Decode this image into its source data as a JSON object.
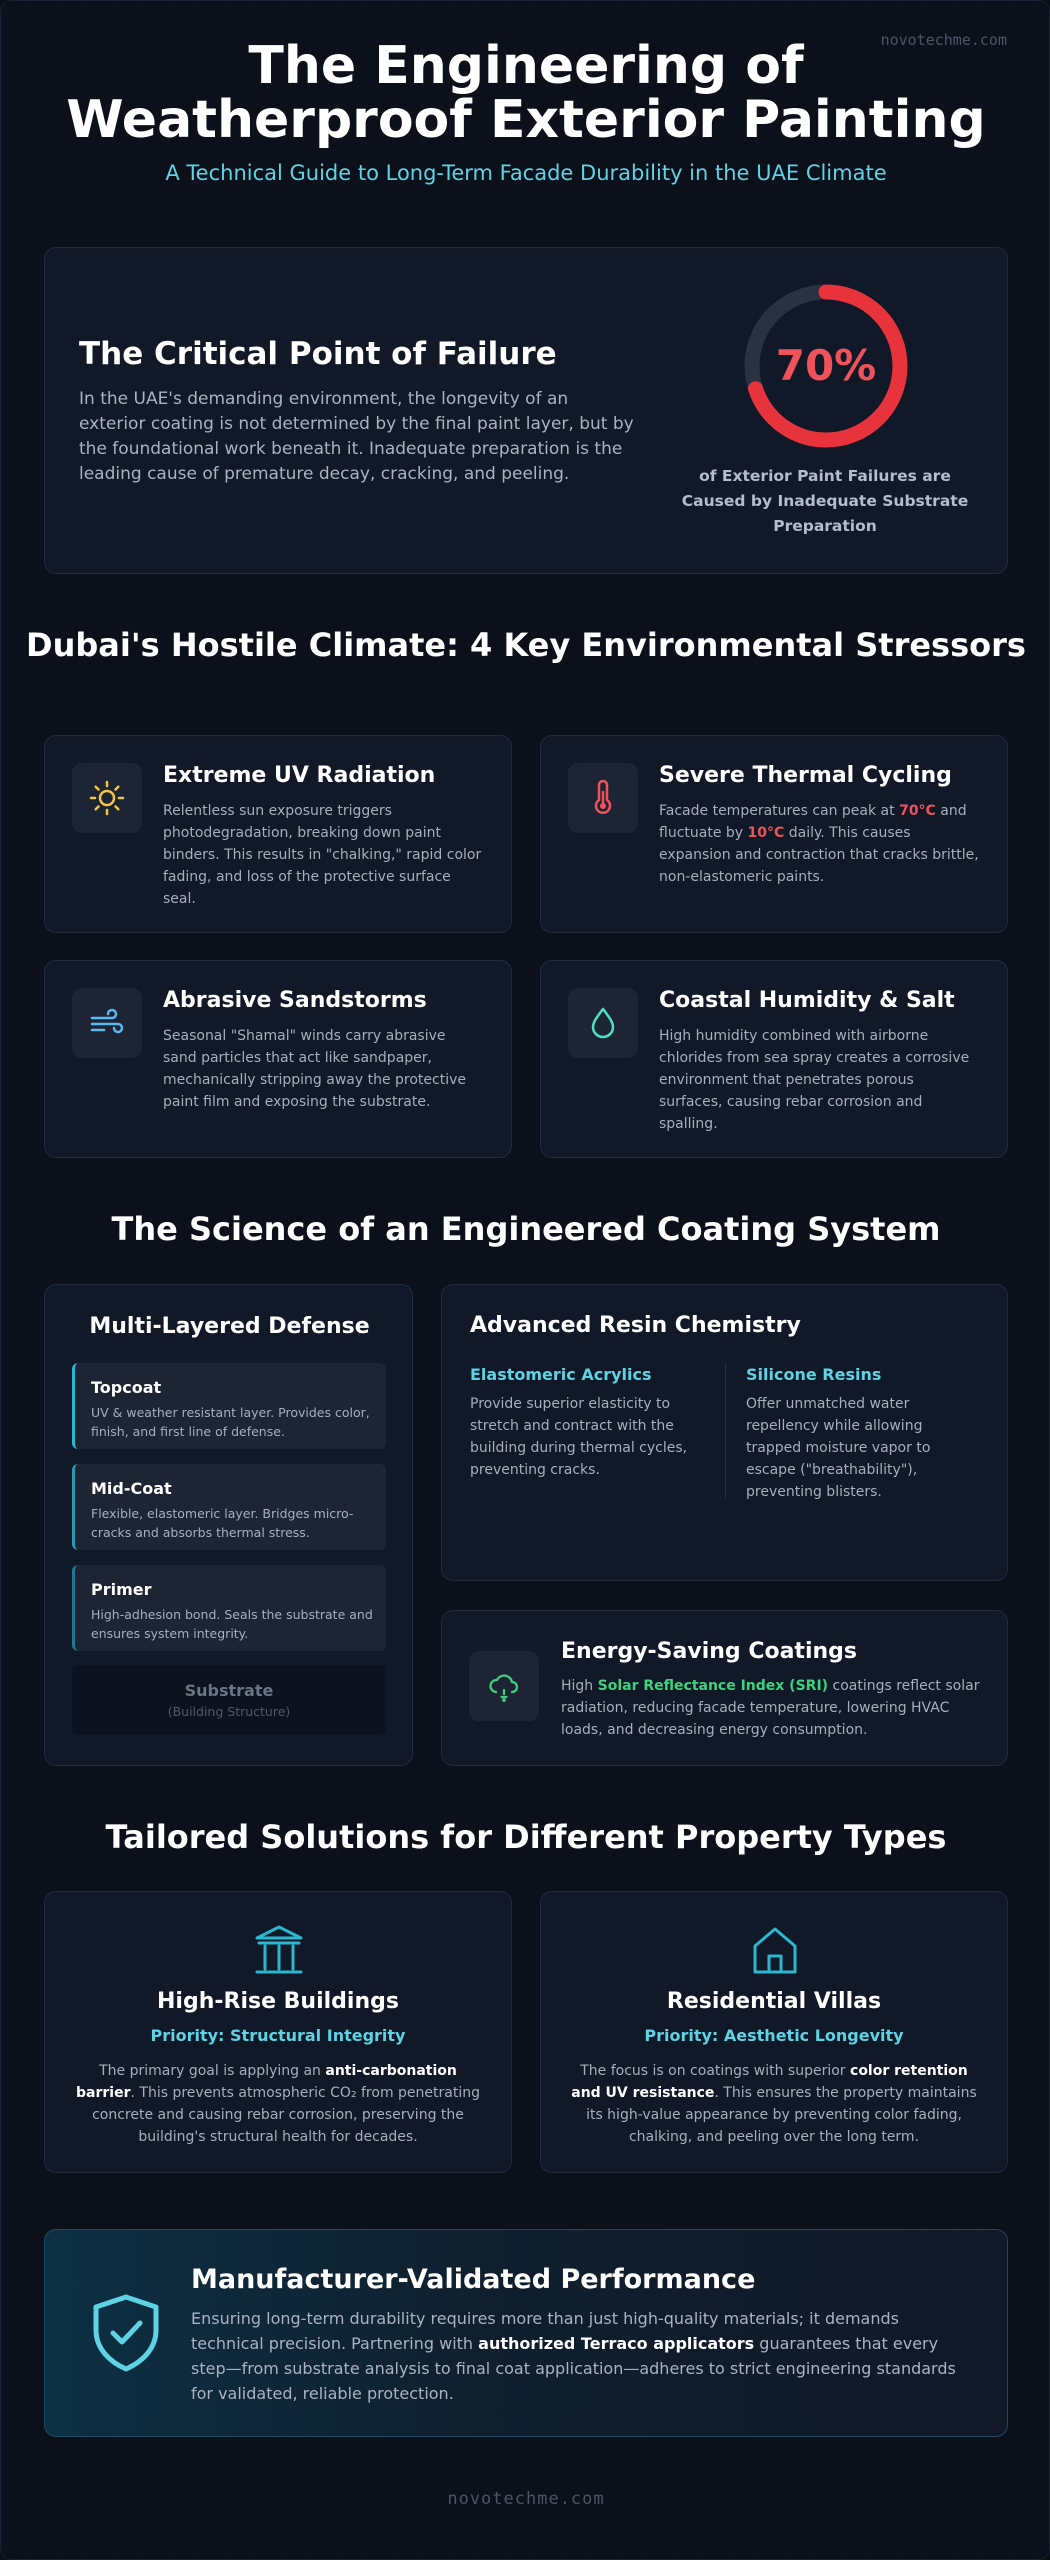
{
  "brand": "novotechme.com",
  "hero": {
    "title_line1": "The Engineering of",
    "title_line2": "Weatherproof Exterior Painting",
    "subtitle": "A Technical Guide to Long-Term Facade Durability in the UAE Climate"
  },
  "failure": {
    "title": "The Critical Point of Failure",
    "body": "In the UAE's demanding environment, the longevity of an exterior coating is not determined by the final paint layer, but by the foundational work beneath it. Inadequate preparation is the leading cause of premature decay, cracking, and peeling.",
    "percent_label": "70%",
    "percent_value": 70,
    "caption": "of Exterior Paint Failures are Caused by Inadequate Substrate Preparation",
    "colors": {
      "accent": "#e8323c",
      "track": "#2a3242"
    }
  },
  "climate": {
    "title": "Dubai's Hostile Climate: 4 Key Environmental Stressors",
    "uv": {
      "icon": "sun-icon",
      "title": "Extreme UV Radiation",
      "body": "Relentless sun exposure triggers photodegradation, breaking down paint binders. This results in \"chalking,\" rapid color fading, and loss of the protective surface seal."
    },
    "thermal": {
      "icon": "thermometer-icon",
      "title": "Severe Thermal Cycling",
      "body_a": "Facade temperatures can peak at ",
      "peak": "70°C",
      "body_b": " and fluctuate by ",
      "fluct": "10°C",
      "body_c": " daily. This causes expansion and contraction that cracks brittle, non-elastomeric paints."
    },
    "sand": {
      "icon": "wind-icon",
      "title": "Abrasive Sandstorms",
      "body": "Seasonal \"Shamal\" winds carry abrasive sand particles that act like sandpaper, mechanically stripping away the protective paint film and exposing the substrate."
    },
    "humidity": {
      "icon": "droplet-icon",
      "title": "Coastal Humidity & Salt",
      "body": "High humidity combined with airborne chlorides from sea spray creates a corrosive environment that penetrates porous surfaces, causing rebar corrosion and spalling."
    }
  },
  "science": {
    "title": "The Science of an Engineered Coating System",
    "layers": {
      "title": "Multi-Layered Defense",
      "topcoat": {
        "name": "Topcoat",
        "desc": "UV & weather resistant layer. Provides color, finish, and first line of defense."
      },
      "midcoat": {
        "name": "Mid-Coat",
        "desc": "Flexible, elastomeric layer. Bridges micro-cracks and absorbs thermal stress."
      },
      "primer": {
        "name": "Primer",
        "desc": "High-adhesion bond. Seals the substrate and ensures system integrity."
      },
      "substrate": {
        "name": "Substrate",
        "sub": "(Building Structure)"
      }
    },
    "resin": {
      "title": "Advanced Resin Chemistry",
      "acrylic": {
        "title": "Elastomeric Acrylics",
        "body": "Provide superior elasticity to stretch and contract with the building during thermal cycles, preventing cracks."
      },
      "silicone": {
        "title": "Silicone Resins",
        "body": "Offer unmatched water repellency while allowing trapped moisture vapor to escape (\"breathability\"), preventing blisters."
      }
    },
    "energy": {
      "icon": "cloud-sun-icon",
      "title": "Energy-Saving Coatings",
      "body_a": "High ",
      "highlight": "Solar Reflectance Index (SRI)",
      "body_b": " coatings reflect solar radiation, reducing facade temperature, lowering HVAC loads, and decreasing energy consumption."
    }
  },
  "solutions": {
    "title": "Tailored Solutions for Different Property Types",
    "highrise": {
      "icon": "building-columns-icon",
      "title": "High-Rise Buildings",
      "priority": "Priority: Structural Integrity",
      "body_a": "The primary goal is applying an ",
      "bold": "anti-carbonation barrier",
      "body_b": ". This prevents atmospheric CO₂ from penetrating concrete and causing rebar corrosion, preserving the building's structural health for decades."
    },
    "villas": {
      "icon": "house-icon",
      "title": "Residential Villas",
      "priority": "Priority: Aesthetic Longevity",
      "body_a": "The focus is on coatings with superior ",
      "bold": "color retention and UV resistance",
      "body_b": ". This ensures the property maintains its high-value appearance by preventing color fading, chalking, and peeling over the long term."
    }
  },
  "validated": {
    "icon": "shield-check-icon",
    "title": "Manufacturer-Validated Performance",
    "body_a": "Ensuring long-term durability requires more than just high-quality materials; it demands technical precision. Partnering with ",
    "bold": "authorized Terraco applicators",
    "body_b": " guarantees that every step—from substrate analysis to final coat application—adheres to strict engineering standards for validated, reliable protection."
  },
  "colors": {
    "cyan": "#5fd3e6",
    "red": "#f0525c",
    "green": "#3ed27f",
    "yellow": "#f5c542"
  }
}
